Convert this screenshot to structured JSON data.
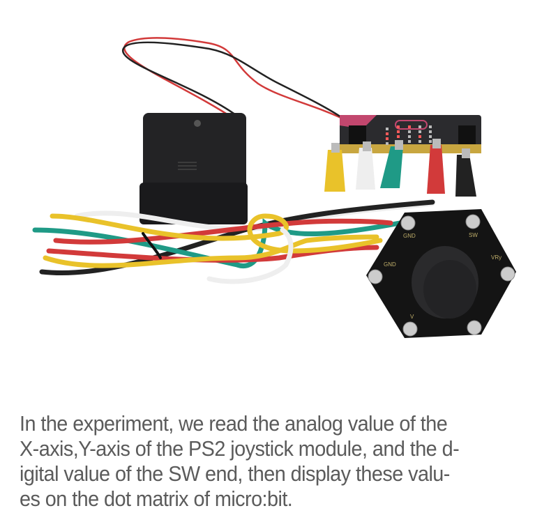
{
  "photo": {
    "subject": "micro:bit with PS2 joystick module, battery box and alligator clip wires",
    "components": {
      "battery_box": "battery-box",
      "microbit": "micro:bit board",
      "joystick_module": "PS2 joystick module",
      "joystick_labels": [
        "GND",
        "SW",
        "GND",
        "VRy",
        "V"
      ]
    },
    "colors": {
      "background": "#ffffff",
      "board": "#2b2b2e",
      "battery": "#1e1e20",
      "wire_red": "#d23a3a",
      "wire_yellow": "#e9c22a",
      "wire_green": "#1f9a86",
      "wire_white": "#eeeeee",
      "wire_black": "#222222",
      "led_red": "#ff5a5a"
    }
  },
  "caption": {
    "lines": [
      "In the experiment, we read the analog value of the",
      "X-axis,Y-axis of the PS2 joystick module, and the d-",
      "igital value of the SW end, then display these valu-",
      "es on the dot matrix of micro:bit."
    ],
    "color": "#5b5b5b"
  }
}
